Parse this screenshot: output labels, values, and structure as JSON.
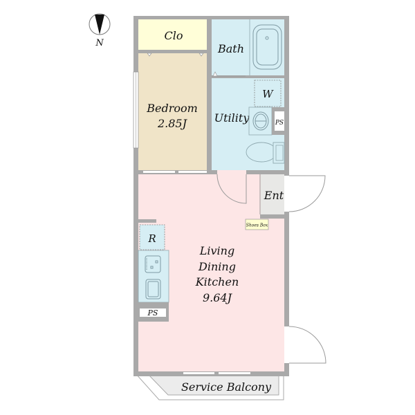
{
  "compass": {
    "label": "N"
  },
  "rooms": {
    "closet": {
      "label": "Clo",
      "color": "#fffed8"
    },
    "bedroom": {
      "label": "Bedroom",
      "size": "2.85J",
      "color": "#f0e4c8"
    },
    "bath": {
      "label": "Bath",
      "color": "#d6eef4"
    },
    "utility": {
      "label": "Utility",
      "color": "#d6eef4"
    },
    "washer": {
      "label": "W"
    },
    "ps_utility": {
      "label": "PS"
    },
    "entrance": {
      "label": "Ent",
      "color": "#e8e8e6"
    },
    "shoes_box": {
      "label": "Shoes Box",
      "color": "#fffed0"
    },
    "ldk": {
      "line1": "Living",
      "line2": "Dining",
      "line3": "Kitchen",
      "size": "9.64J",
      "color": "#fde6e6"
    },
    "refrigerator": {
      "label": "R"
    },
    "ps_kitchen": {
      "label": "PS"
    },
    "balcony": {
      "label": "Service Balcony",
      "color": "#ececec"
    }
  },
  "colors": {
    "wall": "#a9a9a9",
    "kitchen_counter": "#d6eef4"
  }
}
